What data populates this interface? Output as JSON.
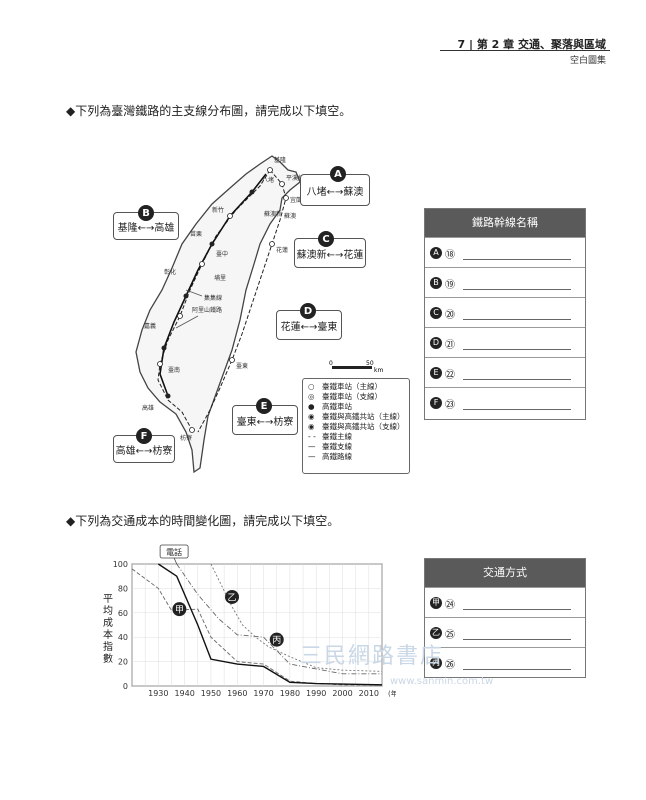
{
  "header": {
    "page": "7",
    "chapter": "第 2 章 交通、聚落與區域",
    "sub": "空白圖集"
  },
  "q1": {
    "prompt": "◆下列為臺灣鐵路的主支線分布圖，請完成以下填空。"
  },
  "routes": [
    {
      "letter": "A",
      "text": "八堵←→蘇澳"
    },
    {
      "letter": "B",
      "text": "基隆←→高雄"
    },
    {
      "letter": "C",
      "text": "蘇澳新←→花蓮"
    },
    {
      "letter": "D",
      "text": "花蓮←→臺東"
    },
    {
      "letter": "E",
      "text": "臺東←→枋寮"
    },
    {
      "letter": "F",
      "text": "高雄←→枋寮"
    }
  ],
  "map_labels": {
    "keelung": "基隆",
    "badu": "八堵",
    "pingxi": "平溪線",
    "yilan": "宜蘭",
    "suao": "蘇澳",
    "suaoxin": "蘇澳新",
    "hualien": "花蓮",
    "taitung": "臺東",
    "hsinchu": "新竹",
    "taichung": "臺中",
    "changhua": "彰化",
    "chiayi": "嘉義",
    "tainan": "臺南",
    "kaohsiung": "高雄",
    "fangliao": "枋寮",
    "puzi": "埔里",
    "miaoli": "苗栗",
    "jiji": "集集線",
    "alishan": "阿里山鐵路"
  },
  "scale": {
    "zero": "0",
    "fifty": "50",
    "unit": "km"
  },
  "legend": [
    {
      "sym": "○",
      "label": "臺鐵車站（主線）"
    },
    {
      "sym": "◎",
      "label": "臺鐵車站（支線）"
    },
    {
      "sym": "●",
      "label": "高鐵車站"
    },
    {
      "sym": "◉",
      "label": "臺鐵與高鐵共站（主線）"
    },
    {
      "sym": "◉",
      "label": "臺鐵與高鐵共站（支線）"
    },
    {
      "sym": "- -",
      "label": "臺鐵主線"
    },
    {
      "sym": "—",
      "label": "臺鐵支線"
    },
    {
      "sym": "—",
      "label": "高鐵路線"
    }
  ],
  "table1": {
    "title": "鐵路幹線名稱",
    "rows": [
      {
        "letter": "A",
        "num": "⑱"
      },
      {
        "letter": "B",
        "num": "⑲"
      },
      {
        "letter": "C",
        "num": "⑳"
      },
      {
        "letter": "D",
        "num": "㉑"
      },
      {
        "letter": "E",
        "num": "㉒"
      },
      {
        "letter": "F",
        "num": "㉓"
      }
    ]
  },
  "q2": {
    "prompt": "◆下列為交通成本的時間變化圖，請完成以下填空。"
  },
  "chart_data": {
    "type": "line",
    "ylabel": "平均成本指數",
    "xlabel": "",
    "x_unit": "(年)",
    "x": [
      1930,
      1940,
      1950,
      1960,
      1970,
      1980,
      1990,
      2000,
      2010
    ],
    "ylim": [
      0,
      100
    ],
    "xlim": [
      1920,
      2015
    ],
    "yticks": [
      0,
      20,
      40,
      60,
      80,
      100
    ],
    "annotation": "電話",
    "series": [
      {
        "name": "甲",
        "points": [
          [
            1920,
            96
          ],
          [
            1930,
            80
          ],
          [
            1935,
            62
          ],
          [
            1945,
            63
          ],
          [
            1950,
            40
          ],
          [
            1960,
            20
          ],
          [
            1970,
            18
          ],
          [
            1980,
            4
          ],
          [
            1990,
            2
          ],
          [
            2000,
            1
          ],
          [
            2015,
            1
          ]
        ]
      },
      {
        "name": "乙",
        "points": [
          [
            1937,
            100
          ],
          [
            1945,
            75
          ],
          [
            1953,
            55
          ],
          [
            1960,
            42
          ],
          [
            1970,
            40
          ],
          [
            1980,
            18
          ],
          [
            1990,
            14
          ],
          [
            2000,
            10
          ],
          [
            2015,
            10
          ]
        ]
      },
      {
        "name": "丙",
        "points": [
          [
            1950,
            100
          ],
          [
            1958,
            65
          ],
          [
            1962,
            50
          ],
          [
            1967,
            40
          ],
          [
            1972,
            32
          ],
          [
            1980,
            24
          ],
          [
            1990,
            15
          ],
          [
            2000,
            13
          ],
          [
            2015,
            12
          ]
        ]
      },
      {
        "name": "",
        "points": [
          [
            1930,
            100
          ],
          [
            1937,
            90
          ],
          [
            1945,
            50
          ],
          [
            1950,
            22
          ],
          [
            1960,
            18
          ],
          [
            1970,
            16
          ],
          [
            1980,
            3
          ],
          [
            1990,
            2
          ],
          [
            2015,
            1
          ]
        ]
      }
    ]
  },
  "table2": {
    "title": "交通方式",
    "rows": [
      {
        "letter": "甲",
        "num": "㉔"
      },
      {
        "letter": "乙",
        "num": "㉕"
      },
      {
        "letter": "丙",
        "num": "㉖"
      }
    ]
  },
  "watermark": {
    "text": "三民網路書店",
    "url": "www.sanmin.com.tw"
  }
}
